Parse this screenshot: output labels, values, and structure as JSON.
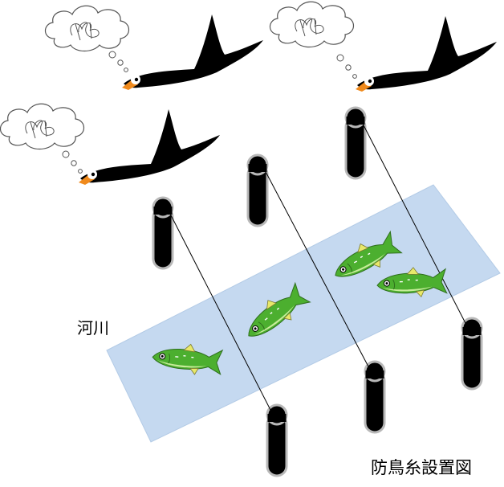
{
  "labels": {
    "river": "河川",
    "caption": "防鳥糸設置図"
  },
  "colors": {
    "river_fill": "#c5d9f0",
    "river_stroke": "#b3cbe6",
    "bird_body": "#000000",
    "bird_beak": "#f08a1c",
    "cloud_fill": "#ffffff",
    "cloud_stroke": "#555555",
    "pole_fill": "#000000",
    "pole_rim": "#b8b8b8",
    "line": "#000000",
    "fish_green": "#4caf2f",
    "fish_light": "#c7ec9a",
    "fish_fin": "#e8e86a"
  },
  "counts": {
    "birds": 3,
    "poles": 6,
    "lines": 3,
    "fish": 4
  }
}
